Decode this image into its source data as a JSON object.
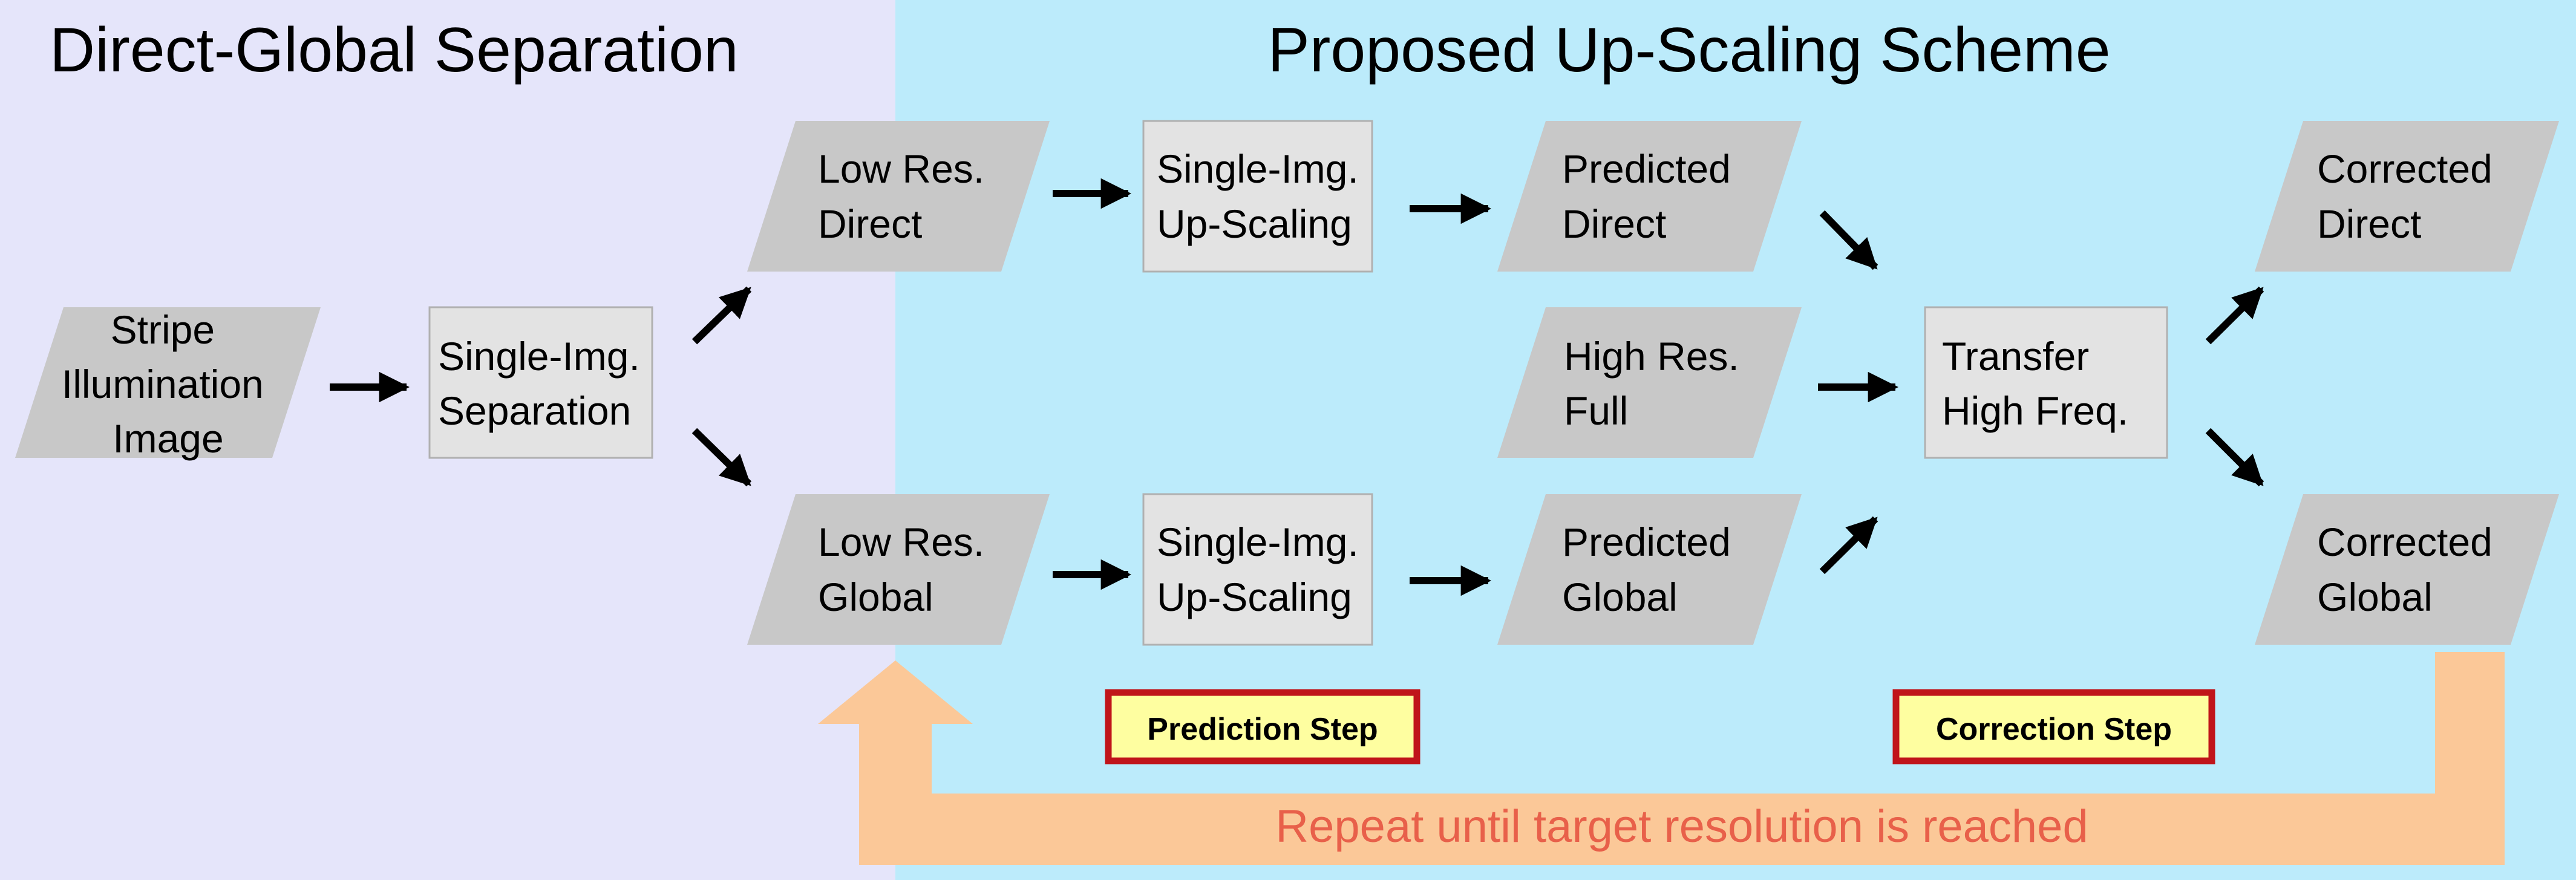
{
  "colors": {
    "left_panel_bg": "#E5E5FA",
    "right_panel_bg": "#BCEBFB",
    "shape_fill": "#C8C8C8",
    "box_fill": "#E3E3E3",
    "box_stroke": "#B0B0B0",
    "arrow": "#000000",
    "feedback_arrow": "#FBC898",
    "step_fill": "#FEFEA0",
    "step_border": "#C0141A",
    "repeat_text": "#E8604A",
    "title_text": "#000000"
  },
  "titles": {
    "left": "Direct-Global Separation",
    "right": "Proposed Up-Scaling Scheme"
  },
  "nodes": {
    "stripe_image": {
      "lines": [
        "Stripe",
        "Illumination",
        "Image"
      ],
      "shape": "parallelogram"
    },
    "separation": {
      "lines": [
        "Single-Img.",
        "Separation"
      ],
      "shape": "box"
    },
    "low_res_direct": {
      "lines": [
        "Low Res.",
        "Direct"
      ],
      "shape": "parallelogram"
    },
    "low_res_global": {
      "lines": [
        "Low Res.",
        "Global"
      ],
      "shape": "parallelogram"
    },
    "upscaling_direct": {
      "lines": [
        "Single-Img.",
        "Up-Scaling"
      ],
      "shape": "box"
    },
    "upscaling_global": {
      "lines": [
        "Single-Img.",
        "Up-Scaling"
      ],
      "shape": "box"
    },
    "predicted_direct": {
      "lines": [
        "Predicted",
        "Direct"
      ],
      "shape": "parallelogram"
    },
    "high_res_full": {
      "lines": [
        "High Res.",
        "Full"
      ],
      "shape": "parallelogram"
    },
    "predicted_global": {
      "lines": [
        "Predicted",
        "Global"
      ],
      "shape": "parallelogram"
    },
    "transfer": {
      "lines": [
        "Transfer",
        "High Freq."
      ],
      "shape": "box"
    },
    "corrected_direct": {
      "lines": [
        "Corrected",
        "Direct"
      ],
      "shape": "parallelogram"
    },
    "corrected_global": {
      "lines": [
        "Corrected",
        "Global"
      ],
      "shape": "parallelogram"
    }
  },
  "steps": {
    "prediction": "Prediction Step",
    "correction": "Correction Step"
  },
  "feedback_label": "Repeat until target resolution is reached",
  "arrow_icons": [
    "arrow-right-icon",
    "arrow-down-right-icon",
    "arrow-up-right-icon"
  ]
}
